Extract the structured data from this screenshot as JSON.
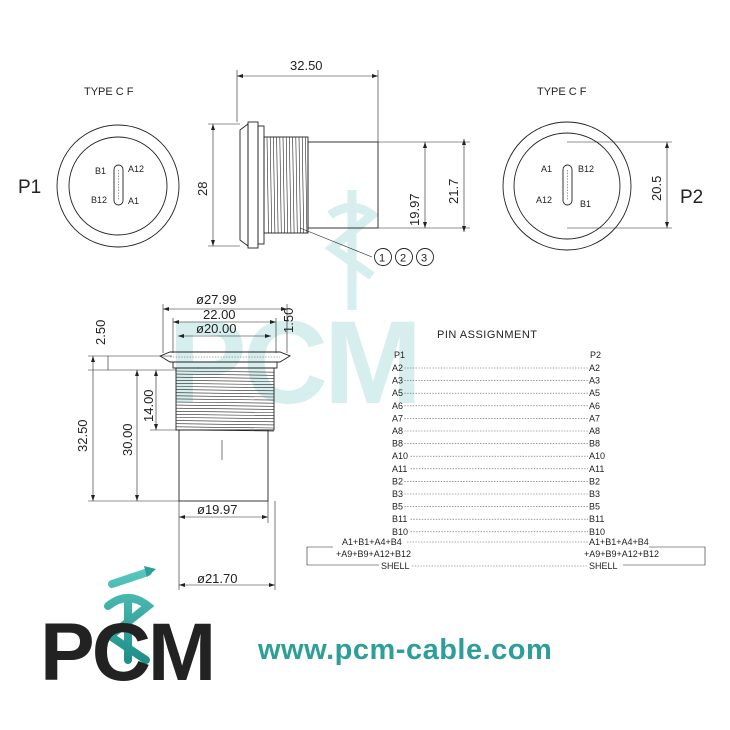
{
  "p1_view": {
    "heading": "TYPE C F",
    "label": "P1",
    "pins": [
      "B1",
      "A12",
      "B12",
      "A1"
    ]
  },
  "p2_view": {
    "heading": "TYPE C F",
    "label": "P2",
    "pins": [
      "A1",
      "B12",
      "A12",
      "B1"
    ],
    "dim_height": "20.5"
  },
  "side_view": {
    "dim_length": "32.50",
    "dim_flange": "28",
    "dim_body": "19.97",
    "dim_overall": "21.7",
    "callouts": [
      "1",
      "2",
      "3"
    ]
  },
  "front_view": {
    "dim_outer": "ø27.99",
    "dim_22": "22.00",
    "dim_20": "ø20.00",
    "dim_flange_thk": "1.50",
    "dim_top": "2.50",
    "dim_total": "32.50",
    "dim_30": "30.00",
    "dim_14": "14.00",
    "dim_body_dia": "ø19.97",
    "dim_base_dia": "ø21.70"
  },
  "pin_assignment": {
    "title": "PIN ASSIGNMENT",
    "left_header": "P1",
    "right_header": "P2",
    "rows": [
      {
        "p1": "A2",
        "p2": "A2"
      },
      {
        "p1": "A3",
        "p2": "A3"
      },
      {
        "p1": "A5",
        "p2": "A5"
      },
      {
        "p1": "A6",
        "p2": "A6"
      },
      {
        "p1": "A7",
        "p2": "A7"
      },
      {
        "p1": "A8",
        "p2": "A8"
      },
      {
        "p1": "B8",
        "p2": "B8"
      },
      {
        "p1": "A10",
        "p2": "A10"
      },
      {
        "p1": "A11",
        "p2": "A11"
      },
      {
        "p1": "B2",
        "p2": "B2"
      },
      {
        "p1": "B3",
        "p2": "B3"
      },
      {
        "p1": "B5",
        "p2": "B5"
      },
      {
        "p1": "B11",
        "p2": "B11"
      },
      {
        "p1": "B10",
        "p2": "B10"
      }
    ],
    "power_left_1": "A1+B1+A4+B4",
    "power_right_1": "A1+B1+A4+B4",
    "power_left_2": "+A9+B9+A12+B12",
    "power_right_2": "+A9+B9+A12+B12",
    "shell_left": "SHELL",
    "shell_right": "SHELL"
  },
  "branding": {
    "logo": "PCM",
    "url": "www.pcm-cable.com",
    "brand_color": "#2e9e98",
    "watermark_color": "#d6eeee",
    "logo_gradient": [
      "#57c7bd",
      "#1f8f8a"
    ]
  }
}
